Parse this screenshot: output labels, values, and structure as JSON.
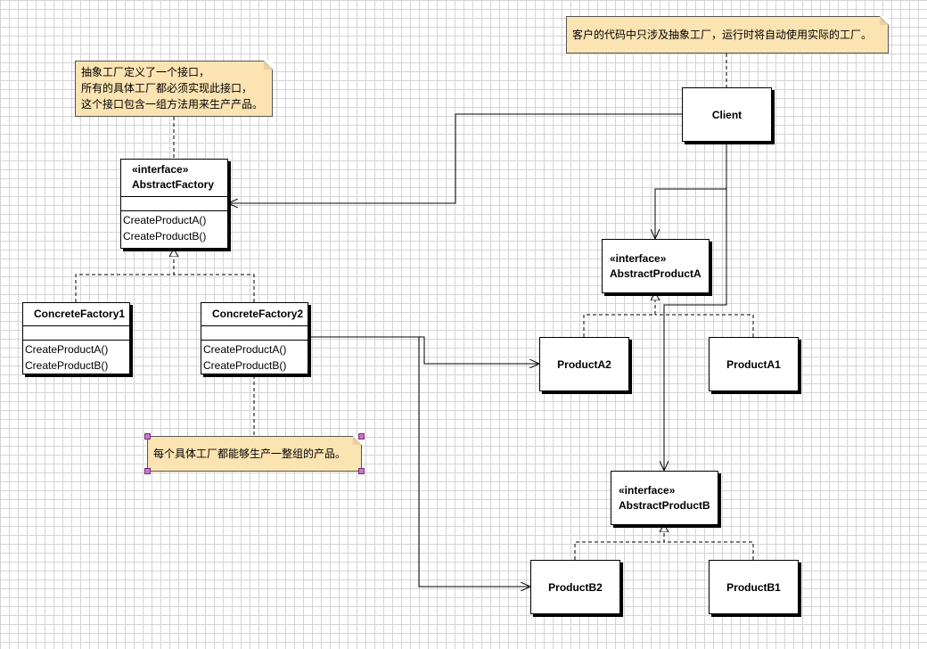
{
  "notes": {
    "abstract_factory_note": [
      "抽象工厂定义了一个接口，",
      "所有的具体工厂都必须实现此接口，",
      "这个接口包含一组方法用来生产产品。"
    ],
    "client_note": "客户的代码中只涉及抽象工厂，运行时将自动使用实际的工厂。",
    "concrete_factory_note": "每个具体工厂都能够生产一整组的产品。"
  },
  "classes": {
    "abstract_factory": {
      "stereotype": "«interface»",
      "name": "AbstractFactory",
      "ops": [
        "CreateProductA()",
        "CreateProductB()"
      ]
    },
    "concrete_factory_1": {
      "name": "ConcreteFactory1",
      "ops": [
        "CreateProductA()",
        "CreateProductB()"
      ]
    },
    "concrete_factory_2": {
      "name": "ConcreteFactory2",
      "ops": [
        "CreateProductA()",
        "CreateProductB()"
      ]
    },
    "client": {
      "name": "Client"
    },
    "abstract_product_a": {
      "stereotype": "«interface»",
      "name": "AbstractProductA"
    },
    "abstract_product_b": {
      "stereotype": "«interface»",
      "name": "AbstractProductB"
    },
    "product_a1": {
      "name": "ProductA1"
    },
    "product_a2": {
      "name": "ProductA2"
    },
    "product_b1": {
      "name": "ProductB1"
    },
    "product_b2": {
      "name": "ProductB2"
    }
  },
  "colors": {
    "note_fill": "#fbe3b2",
    "grid": "#d4d4d4",
    "selection_handle": "#c878c8"
  }
}
